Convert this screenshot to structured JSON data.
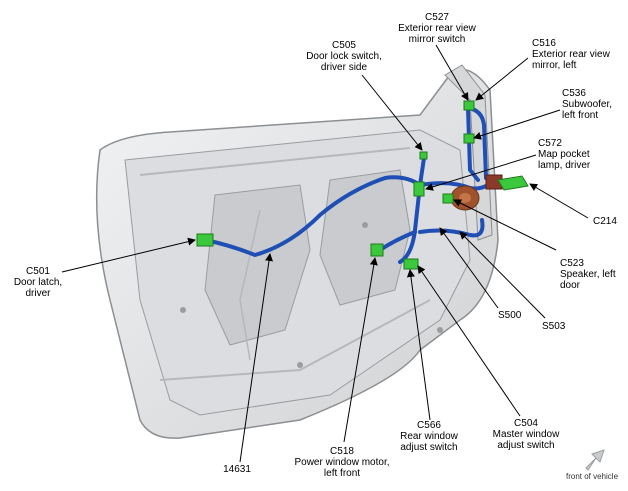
{
  "callouts": {
    "c527": {
      "code": "C527",
      "lines": [
        "Exterior rear view",
        "mirror switch"
      ]
    },
    "c505": {
      "code": "C505",
      "lines": [
        "Door lock switch,",
        "driver side"
      ]
    },
    "c516": {
      "code": "C516",
      "lines": [
        "Exterior rear view",
        "mirror, left"
      ]
    },
    "c536": {
      "code": "C536",
      "lines": [
        "Subwoofer,",
        "left front"
      ]
    },
    "c572": {
      "code": "C572",
      "lines": [
        "Map pocket",
        "lamp, driver"
      ]
    },
    "c214": {
      "code": "C214",
      "lines": []
    },
    "c501": {
      "code": "C501",
      "lines": [
        "Door latch,",
        "driver"
      ]
    },
    "c523": {
      "code": "C523",
      "lines": [
        "Speaker, left",
        "door"
      ]
    },
    "s500": {
      "code": "S500",
      "lines": []
    },
    "s503": {
      "code": "S503",
      "lines": []
    },
    "c566": {
      "code": "C566",
      "lines": [
        "Rear window",
        "adjust switch"
      ]
    },
    "c504": {
      "code": "C504",
      "lines": [
        "Master window",
        "adjust switch"
      ]
    },
    "c518": {
      "code": "C518",
      "lines": [
        "Power window motor,",
        "left front"
      ]
    },
    "h14631": {
      "code": "14631",
      "lines": []
    }
  },
  "orientation": {
    "label": "front of vehicle"
  },
  "colors": {
    "door_fill": "#e6e7e8",
    "door_edge": "#8c8f92",
    "harness": "#1f4fb5",
    "connector": "#3cc83c",
    "speaker": "#a0522d",
    "leader": "#000000"
  }
}
